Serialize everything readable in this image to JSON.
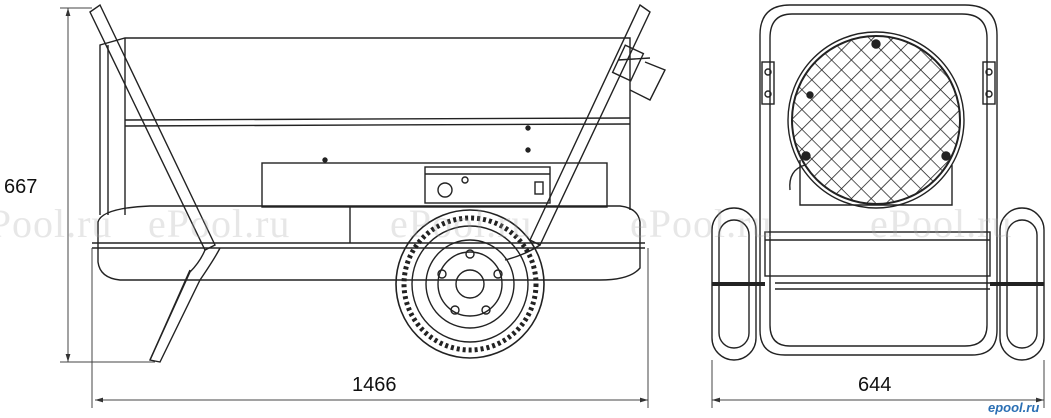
{
  "dimensions": {
    "height": "667",
    "length": "1466",
    "width": "644"
  },
  "watermarks": {
    "repeated": "ePool.ru",
    "corner": "epool.ru"
  },
  "colors": {
    "line": "#222222",
    "dim_line": "#444444",
    "watermark": "#aaaaaa"
  }
}
